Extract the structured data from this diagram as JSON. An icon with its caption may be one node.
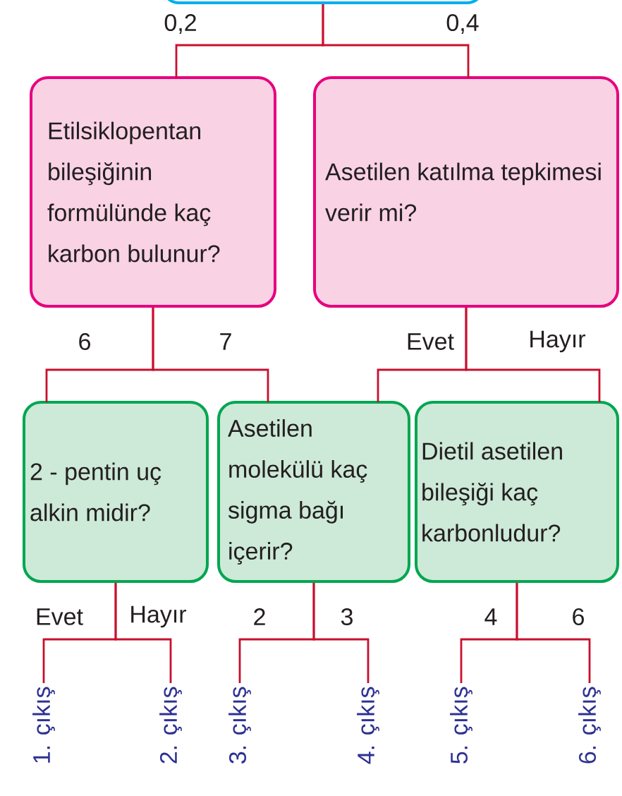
{
  "diagram": {
    "nodes": [
      {
        "text": [],
        "shape": "box"
      },
      {
        "text": [
          "Etilsiklopentan bileşiğinin formülünde kaç karbon bulunur?"
        ]
      },
      {
        "text": [
          "Asetilen katılma tepkimesi verir mi?"
        ]
      },
      {
        "text": [
          "2 - pentin uç alkin midir?"
        ]
      },
      {
        "text": [
          "Asetilen molekülü kaç sigma bağı içerir?"
        ]
      },
      {
        "text": [
          "Dietil asetilen bileşiği kaç karbonludur?"
        ]
      },
      {
        "text": [
          "1. çıkış"
        ]
      },
      {
        "text": [
          "2. çıkış"
        ]
      },
      {
        "text": [
          "3. çıkış"
        ]
      },
      {
        "text": [
          "4. çıkış"
        ]
      },
      {
        "text": [
          "5. çıkış"
        ]
      },
      {
        "text": [
          "6. çıkış"
        ]
      }
    ],
    "edges": [
      {
        "from": 0,
        "to": 1,
        "arrow": "none",
        "label": "0,2"
      },
      {
        "from": 0,
        "to": 2,
        "arrow": "none",
        "label": "0,4"
      },
      {
        "from": 1,
        "to": 3,
        "arrow": "none",
        "label": "6"
      },
      {
        "from": 1,
        "to": 4,
        "arrow": "none",
        "label": "7"
      },
      {
        "from": 2,
        "to": 4,
        "arrow": "none",
        "label": "Evet"
      },
      {
        "from": 2,
        "to": 5,
        "arrow": "none",
        "label": "Hayır"
      },
      {
        "from": 3,
        "to": 6,
        "arrow": "none",
        "label": "Evet"
      },
      {
        "from": 3,
        "to": 7,
        "arrow": "none",
        "label": "Hayır"
      },
      {
        "from": 4,
        "to": 8,
        "arrow": "none",
        "label": "2"
      },
      {
        "from": 4,
        "to": 9,
        "arrow": "none",
        "label": "3"
      },
      {
        "from": 5,
        "to": 10,
        "arrow": "none",
        "label": "4"
      },
      {
        "from": 5,
        "to": 11,
        "arrow": "none",
        "label": "6"
      }
    ]
  }
}
